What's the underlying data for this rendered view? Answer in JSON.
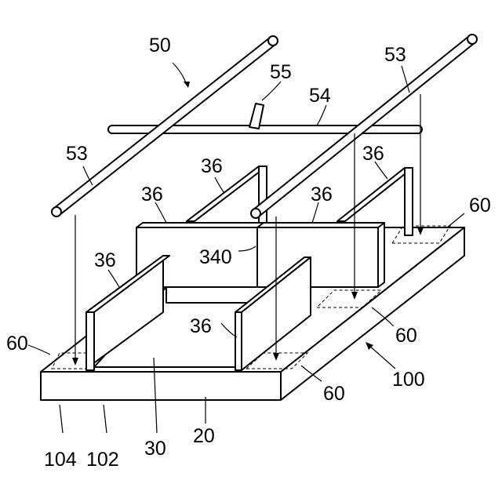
{
  "labels": {
    "gantry": "50",
    "rail_right": "53",
    "rail_left": "53",
    "nozzle": "55",
    "crossbar": "54",
    "wall_back_left": "36",
    "wall_back_right": "36",
    "wall_center_left": "36",
    "wall_center_right": "36",
    "wall_front_left": "36",
    "wall_front_right": "36",
    "center_block": "340",
    "floor": "30",
    "base": "20",
    "mark_right_back": "60",
    "mark_left_front": "60",
    "mark_right_mid": "60",
    "mark_front_mid": "60",
    "device": "100",
    "side_104": "104",
    "side_102": "102"
  },
  "colors": {
    "line": "#000000",
    "background": "#ffffff"
  }
}
